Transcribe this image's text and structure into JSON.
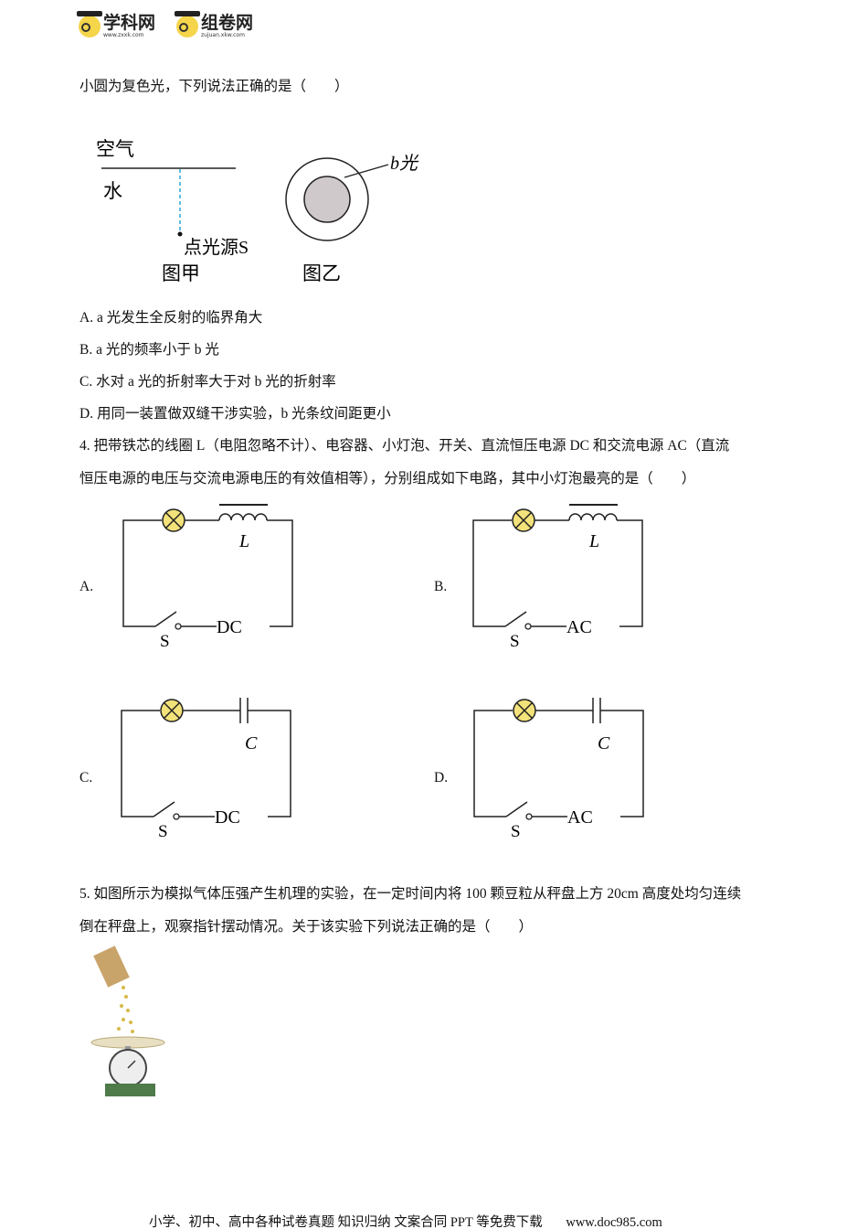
{
  "header": {
    "logos": [
      {
        "name": "学科网",
        "url": "www.zxxk.com"
      },
      {
        "name": "组卷网",
        "url": "zujuan.xkw.com"
      }
    ]
  },
  "q3": {
    "stem_tail": "小圆为复色光，下列说法正确的是（　　）",
    "figure": {
      "air": "空气",
      "water": "水",
      "source": "点光源S",
      "fig1": "图甲",
      "b_light": "b光",
      "fig2": "图乙"
    },
    "options": [
      "A. a 光发生全反射的临界角大",
      "B. a 光的频率小于 b 光",
      "C. 水对 a 光的折射率大于对 b 光的折射率",
      "D. 用同一装置做双缝干涉实验，b 光条纹间距更小"
    ]
  },
  "q4": {
    "line1": "4. 把带铁芯的线圈 L（电阻忽略不计）、电容器、小灯泡、开关、直流恒压电源 DC 和交流电源 AC（直流",
    "line2": "恒压电源的电压与交流电源电压的有效值相等），分别组成如下电路，其中小灯泡最亮的是（　　）",
    "circuits": [
      {
        "label": "A.",
        "element": "L",
        "source": "DC",
        "switch": "S"
      },
      {
        "label": "B.",
        "element": "L",
        "source": "AC",
        "switch": "S"
      },
      {
        "label": "C.",
        "element": "C",
        "source": "DC",
        "switch": "S"
      },
      {
        "label": "D.",
        "element": "C",
        "source": "AC",
        "switch": "S"
      }
    ]
  },
  "q5": {
    "line1": "5. 如图所示为模拟气体压强产生机理的实验，在一定时间内将 100 颗豆粒从秤盘上方 20cm 高度处均匀连续",
    "line2": "倒在秤盘上，观察指针摆动情况。关于该实验下列说法正确的是（　　）"
  },
  "footer": {
    "text": "小学、初中、高中各种试卷真题  知识归纳  文案合同  PPT 等免费下载",
    "url": "www.doc985.com"
  }
}
